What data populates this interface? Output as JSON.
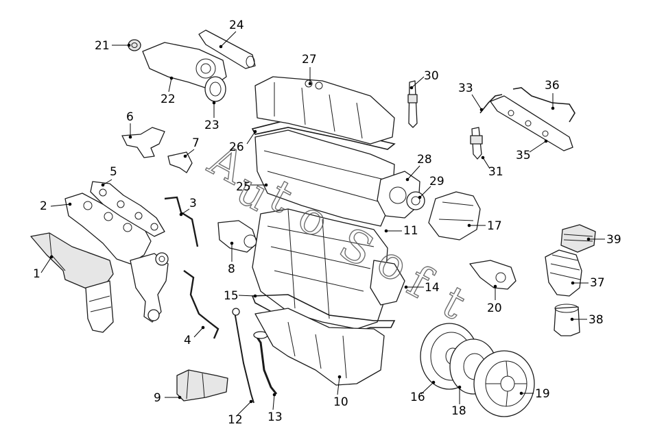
{
  "diagram": {
    "title": "",
    "callouts": [
      {
        "id": "c1",
        "label": "1"
      },
      {
        "id": "c2",
        "label": "2"
      },
      {
        "id": "c3",
        "label": "3"
      },
      {
        "id": "c4",
        "label": "4"
      },
      {
        "id": "c5",
        "label": "5"
      },
      {
        "id": "c6",
        "label": "6"
      },
      {
        "id": "c7",
        "label": "7"
      },
      {
        "id": "c8",
        "label": "8"
      },
      {
        "id": "c9",
        "label": "9"
      },
      {
        "id": "c10",
        "label": "10"
      },
      {
        "id": "c11",
        "label": "11"
      },
      {
        "id": "c12",
        "label": "12"
      },
      {
        "id": "c13",
        "label": "13"
      },
      {
        "id": "c14",
        "label": "14"
      },
      {
        "id": "c15",
        "label": "15"
      },
      {
        "id": "c16",
        "label": "16"
      },
      {
        "id": "c17",
        "label": "17"
      },
      {
        "id": "c18",
        "label": "18"
      },
      {
        "id": "c19",
        "label": "19"
      },
      {
        "id": "c20",
        "label": "20"
      },
      {
        "id": "c21",
        "label": "21"
      },
      {
        "id": "c22",
        "label": "22"
      },
      {
        "id": "c23",
        "label": "23"
      },
      {
        "id": "c24",
        "label": "24"
      },
      {
        "id": "c25",
        "label": "25"
      },
      {
        "id": "c26",
        "label": "26"
      },
      {
        "id": "c27",
        "label": "27"
      },
      {
        "id": "c28",
        "label": "28"
      },
      {
        "id": "c29",
        "label": "29"
      },
      {
        "id": "c30",
        "label": "30"
      },
      {
        "id": "c31",
        "label": "31"
      },
      {
        "id": "c33",
        "label": "33"
      },
      {
        "id": "c35",
        "label": "35"
      },
      {
        "id": "c36",
        "label": "36"
      },
      {
        "id": "c37",
        "label": "37"
      },
      {
        "id": "c38",
        "label": "38"
      },
      {
        "id": "c39",
        "label": "39"
      }
    ],
    "watermark": {
      "letters": [
        "A",
        "u",
        "t",
        "o",
        "S",
        "o",
        "f",
        "t"
      ]
    }
  }
}
